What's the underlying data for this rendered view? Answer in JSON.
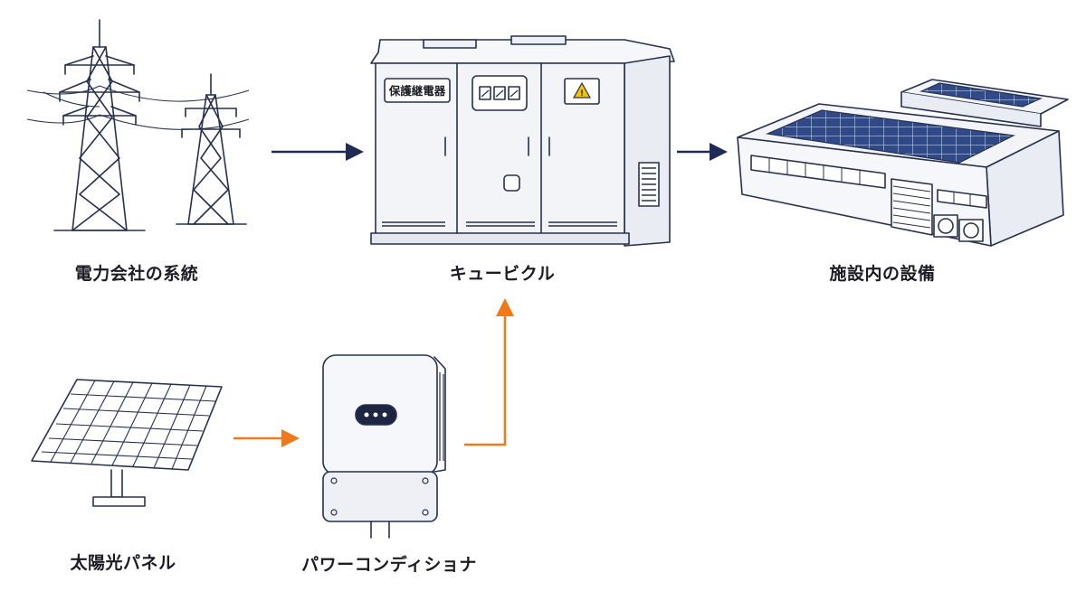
{
  "nodes": {
    "grid": {
      "label": "電力会社の系統",
      "icon": "transmission-tower-icon"
    },
    "cubicle": {
      "label": "キュービクル",
      "icon": "cubicle-switchgear-icon",
      "panel_sign": "保護継電器"
    },
    "facility": {
      "label": "施設内の設備",
      "icon": "factory-building-icon"
    },
    "solar": {
      "label": "太陽光パネル",
      "icon": "solar-panel-icon"
    },
    "pcs": {
      "label": "パワーコンディショナ",
      "icon": "power-conditioner-icon"
    }
  },
  "edges": [
    {
      "from": "grid",
      "to": "cubicle",
      "color": "#1f2a55"
    },
    {
      "from": "cubicle",
      "to": "facility",
      "color": "#1f2a55"
    },
    {
      "from": "solar",
      "to": "pcs",
      "color": "#f07a1a"
    },
    {
      "from": "pcs",
      "to": "cubicle",
      "color": "#f07a1a"
    }
  ],
  "colors": {
    "navy": "#1f2a55",
    "orange": "#f07a1a",
    "panel_blue": "#2f4a86",
    "warning_yellow": "#f4c400"
  }
}
